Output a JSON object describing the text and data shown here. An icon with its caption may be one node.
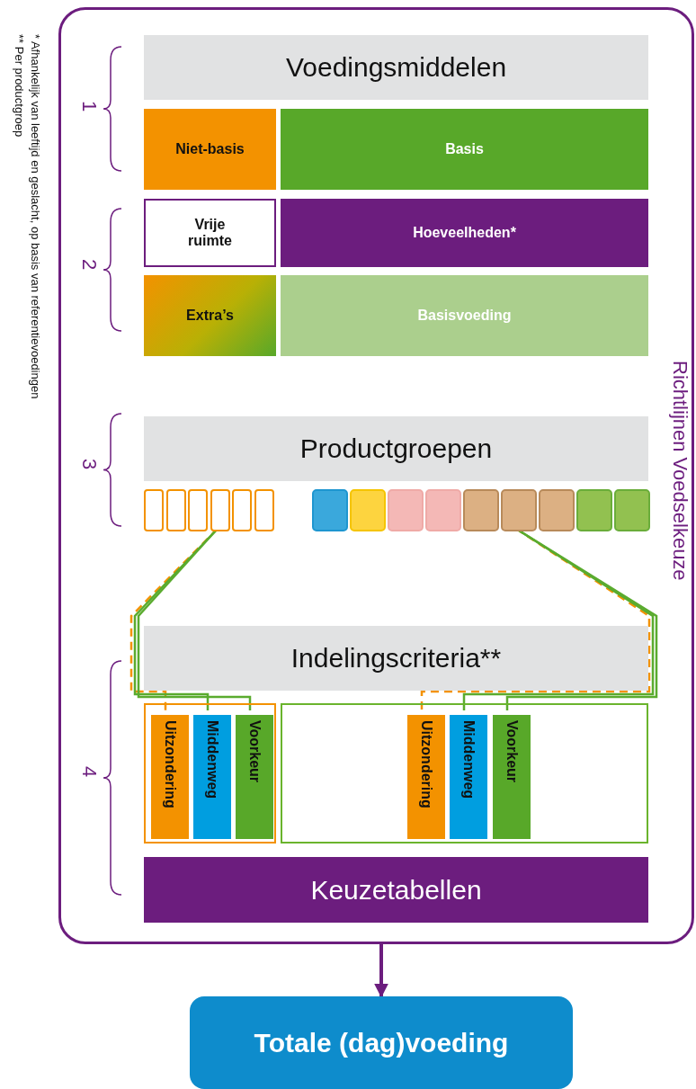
{
  "diagram": {
    "nodes": [
      {
        "text": [
          "Richtlijnen Voedselkeuze"
        ]
      },
      {
        "text": [
          "Voedingsmiddelen"
        ],
        "in": 0
      },
      {
        "text": [
          "Niet-basis"
        ],
        "in": 0
      },
      {
        "text": [
          "Basis"
        ],
        "in": 0
      },
      {
        "text": [
          "Vrije ruimte"
        ],
        "in": 0
      },
      {
        "text": [
          "Hoeveelheden*"
        ],
        "in": 0
      },
      {
        "text": [
          "Extra’s"
        ],
        "in": 0
      },
      {
        "text": [
          "Basisvoeding"
        ],
        "in": 0
      },
      {
        "text": [
          "Productgroepen"
        ],
        "in": 0
      },
      {
        "text": [],
        "shape": "box",
        "in": 0
      },
      {
        "text": [],
        "shape": "box",
        "in": 0
      },
      {
        "text": [],
        "shape": "box",
        "in": 0
      },
      {
        "text": [],
        "shape": "box",
        "in": 0
      },
      {
        "text": [],
        "shape": "box",
        "in": 0
      },
      {
        "text": [],
        "shape": "box",
        "in": 0
      },
      {
        "text": [],
        "shape": "box",
        "in": 0
      },
      {
        "text": [],
        "shape": "box",
        "in": 0
      },
      {
        "text": [],
        "shape": "box",
        "in": 0
      },
      {
        "text": [],
        "shape": "box",
        "in": 0
      },
      {
        "text": [],
        "shape": "box",
        "in": 0
      },
      {
        "text": [],
        "shape": "box",
        "in": 0
      },
      {
        "text": [],
        "shape": "box",
        "in": 0
      },
      {
        "text": [],
        "shape": "box",
        "in": 0
      },
      {
        "text": [],
        "shape": "box",
        "in": 0
      },
      {
        "text": [
          "Indelingscriteria**"
        ],
        "in": 0
      },
      {
        "text": [],
        "shape": "box",
        "in": 0
      },
      {
        "text": [
          "Uitzondering"
        ],
        "in": 25
      },
      {
        "text": [
          "Middenweg"
        ],
        "in": 25
      },
      {
        "text": [
          "Voorkeur"
        ],
        "in": 25
      },
      {
        "text": [],
        "shape": "box",
        "in": 0
      },
      {
        "text": [
          "Uitzondering"
        ],
        "in": 29
      },
      {
        "text": [
          "Middenweg"
        ],
        "in": 29
      },
      {
        "text": [
          "Voorkeur"
        ],
        "in": 29
      },
      {
        "text": [
          "Keuzetabellen"
        ],
        "in": 0
      },
      {
        "text": [
          "Totale (dag)voeding"
        ]
      }
    ],
    "edges": [
      {
        "from": 12,
        "to": 26,
        "arrow": "none",
        "style": "dashed",
        "color": "#f39200"
      },
      {
        "from": 12,
        "to": 27,
        "arrow": "none"
      },
      {
        "from": 12,
        "to": 28,
        "arrow": "none"
      },
      {
        "from": 20,
        "to": 30,
        "arrow": "none",
        "style": "dashed",
        "color": "#f39200"
      },
      {
        "from": 20,
        "to": 31,
        "arrow": "none"
      },
      {
        "from": 20,
        "to": 32,
        "arrow": "none"
      },
      {
        "from": 0,
        "to": 34,
        "arrow": "to",
        "color": "#6c1d7e"
      }
    ],
    "labels": [
      "1",
      "2",
      "3",
      "4",
      "* Afhankelijk van leeftijd en geslacht, op basis van referentievoedingen",
      "** Per productgroep"
    ]
  }
}
